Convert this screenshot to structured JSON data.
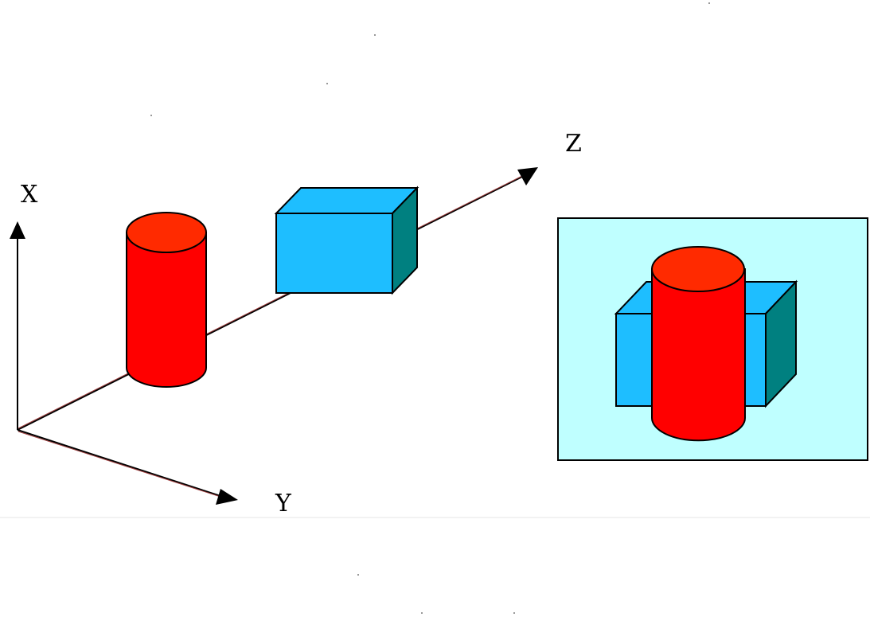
{
  "axes": {
    "x_label": "X",
    "y_label": "Y",
    "z_label": "Z"
  },
  "colors": {
    "cylinder_body": "#ff0000",
    "cylinder_top": "#ff2a00",
    "box_front": "#1ebeff",
    "box_side": "#008080",
    "projection_background": "#bfffff",
    "outline": "#000000",
    "axis_line": "#000000",
    "axis_tint": "#a04040"
  },
  "objects": [
    {
      "name": "cylinder",
      "shape": "cylinder",
      "color": "red"
    },
    {
      "name": "box",
      "shape": "rectangular prism",
      "color": "cyan"
    }
  ],
  "projection_view": {
    "shows": [
      "box",
      "cylinder"
    ]
  }
}
